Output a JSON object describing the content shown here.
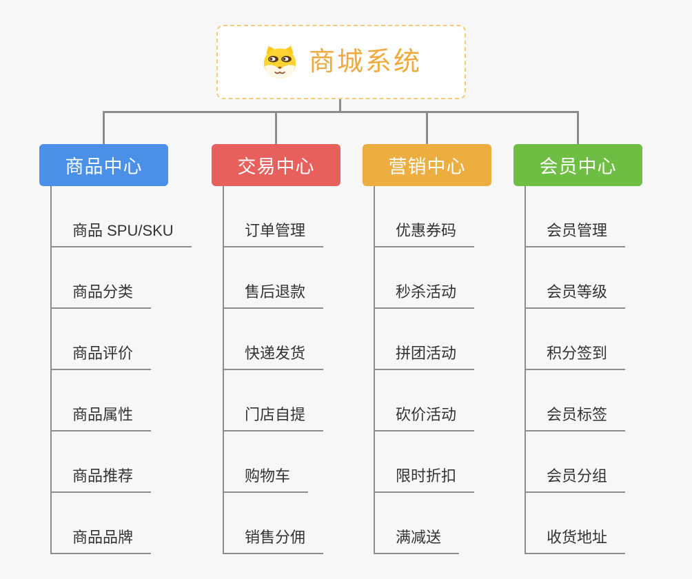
{
  "page": {
    "background_color": "#f7f7f7",
    "line_color": "#8c8c8c"
  },
  "root": {
    "title": "商城系统",
    "icon": "shiba-dog-icon",
    "text_color": "#f0a93e",
    "border_color": "#f7ca79",
    "background_color": "#ffffff"
  },
  "branches": [
    {
      "label": "商品中心",
      "color": "#4a90e8",
      "children": [
        "商品 SPU/SKU",
        "商品分类",
        "商品评价",
        "商品属性",
        "商品推荐",
        "商品品牌"
      ]
    },
    {
      "label": "交易中心",
      "color": "#e7605b",
      "children": [
        "订单管理",
        "售后退款",
        "快递发货",
        "门店自提",
        "购物车",
        "销售分佣"
      ]
    },
    {
      "label": "营销中心",
      "color": "#edae41",
      "children": [
        "优惠券码",
        "秒杀活动",
        "拼团活动",
        "砍价活动",
        "限时折扣",
        "满减送"
      ]
    },
    {
      "label": "会员中心",
      "color": "#6fbe44",
      "children": [
        "会员管理",
        "会员等级",
        "积分签到",
        "会员标签",
        "会员分组",
        "收货地址"
      ]
    }
  ]
}
